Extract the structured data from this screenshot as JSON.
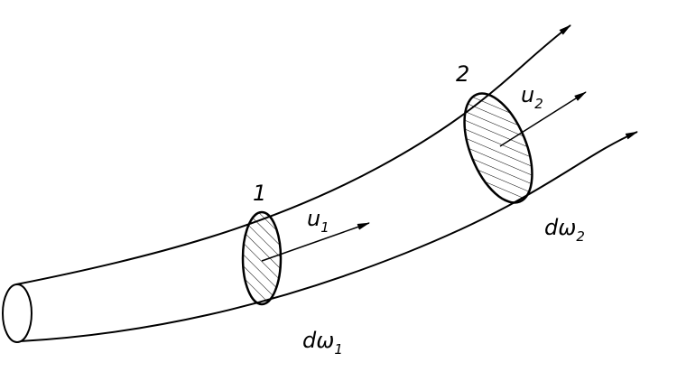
{
  "diagram": {
    "section_1": {
      "number": "1",
      "velocity": {
        "main": "u",
        "sub": "1"
      },
      "area": {
        "main": "dω",
        "sub": "1"
      }
    },
    "section_2": {
      "number": "2",
      "velocity": {
        "main": "u",
        "sub": "2"
      },
      "area": {
        "main": "dω",
        "sub": "2"
      }
    },
    "stroke_color": "#000000"
  }
}
